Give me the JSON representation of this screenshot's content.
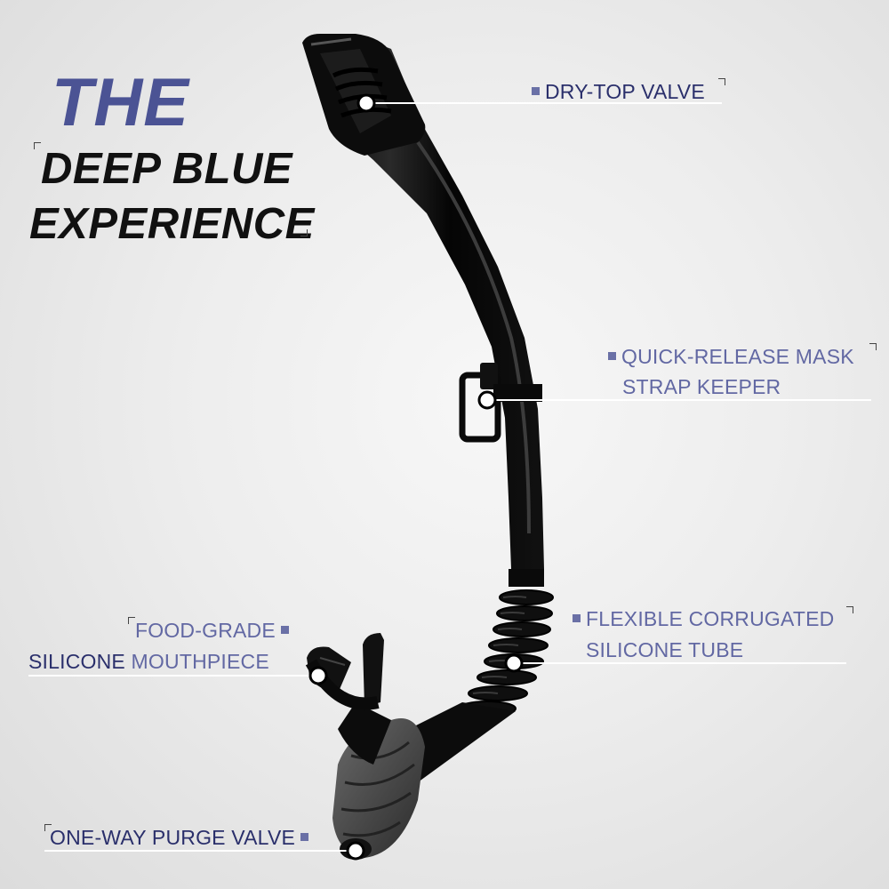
{
  "headline": {
    "line1": "THE",
    "line2": "DEEP BLUE",
    "line3": "EXPERIENCE"
  },
  "callouts": {
    "dry_top": {
      "text": "DRY-TOP VALVE"
    },
    "strap_keeper": {
      "line1": "QUICK-RELEASE MASK",
      "line2": "STRAP KEEPER"
    },
    "corrugated": {
      "line1": "FLEXIBLE CORRUGATED",
      "line2": "SILICONE TUBE"
    },
    "mouthpiece": {
      "line1": "FOOD-GRADE",
      "line2_a": "SILICONE",
      "line2_b": " MOUTHPIECE"
    },
    "purge": {
      "text": "ONE-WAY PURGE VALVE"
    }
  },
  "colors": {
    "accent": "#4b5394",
    "callout_dark": "#2a2f6b",
    "callout_light": "#6268a3",
    "product": "#0a0a0a"
  }
}
